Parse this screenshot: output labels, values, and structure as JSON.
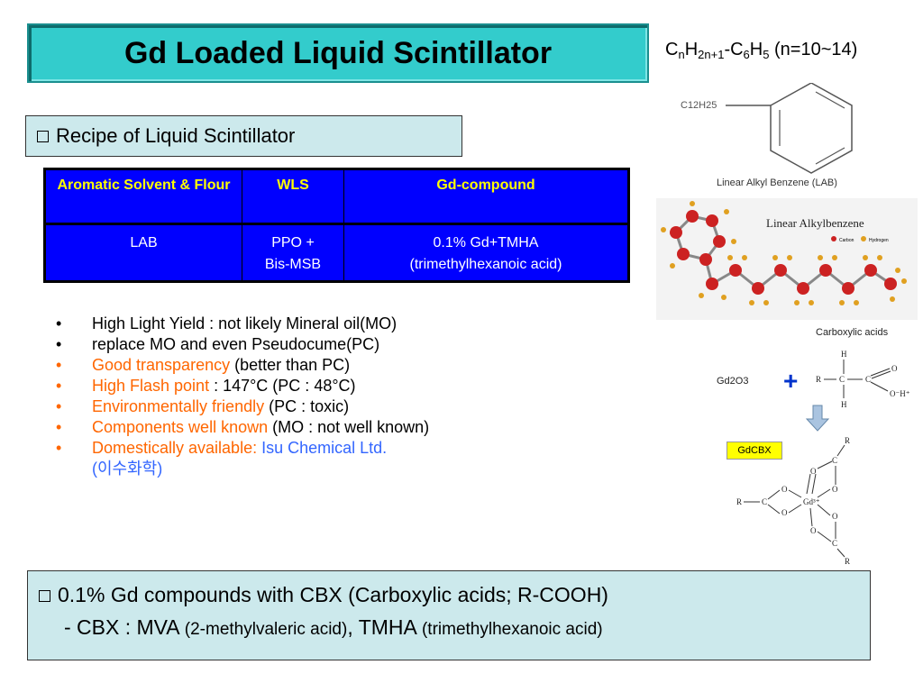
{
  "title": "Gd Loaded Liquid Scintillator",
  "formula": {
    "c": "C",
    "n": "n",
    "h": "H",
    "n_sub": "2n+1",
    "dash": "-C",
    "six": "6",
    "h2": "H",
    "five": "5",
    "range": " (n=10~14)"
  },
  "recipe_heading": "Recipe of Liquid Scintillator",
  "table": {
    "headers": [
      "Aromatic Solvent & Flour",
      "WLS",
      "Gd-compound"
    ],
    "row": {
      "solvent": "LAB",
      "wls_line1": "PPO +",
      "wls_line2": "Bis-MSB",
      "gd_line1": "0.1%  Gd+TMHA",
      "gd_line2": "(trimethylhexanoic acid)"
    }
  },
  "bullets": [
    {
      "a": "High Light Yield : not likely Mineral oil(MO)",
      "b": "",
      "color": "#000000"
    },
    {
      "a": "replace MO and even Pseudocume(PC)",
      "b": "",
      "color": "#000000"
    },
    {
      "a": "Good transparency",
      "b": "  (better than PC)",
      "color": "#ff6600"
    },
    {
      "a": "High Flash point",
      "b": " : 147°C  (PC : 48°C)",
      "color": "#ff6600"
    },
    {
      "a": "Environmentally friendly",
      "b": "  (PC : toxic)",
      "color": "#ff6600"
    },
    {
      "a": "Components well known",
      "b": " (MO : not well known)",
      "color": "#ff6600"
    },
    {
      "a": "Domestically available: ",
      "b": "Isu Chemical Ltd.",
      "b2": "(이수화학)",
      "color": "#ff6600"
    }
  ],
  "images": {
    "lab_struct_sub": "C12H25",
    "lab_struct_caption": "Linear Alkyl Benzene (LAB)",
    "lab_model_title": "Linear Alkylbenzene",
    "lab_model_legend_c": "Carbon",
    "lab_model_legend_h": "Hydrogen",
    "carboxylic_title": "Carboxylic acids",
    "gd2o3": "Gd2O3",
    "gdcbx": "GdCBX"
  },
  "bottom": {
    "line1": "0.1% Gd compounds with CBX (Carboxylic acids; R-COOH)",
    "line2_prefix": "- CBX :  MVA ",
    "mva_desc": "(2-methylvaleric acid)",
    "sep": ",  TMHA ",
    "tmha_desc": "(trimethylhexanoic acid)"
  },
  "colors": {
    "title_bg": "#33cccc",
    "table_bg": "#0000ff",
    "table_header_text": "#ffff00",
    "accent_orange": "#ff6600",
    "accent_blue": "#3366ff",
    "box_bg": "#cce9ec"
  }
}
